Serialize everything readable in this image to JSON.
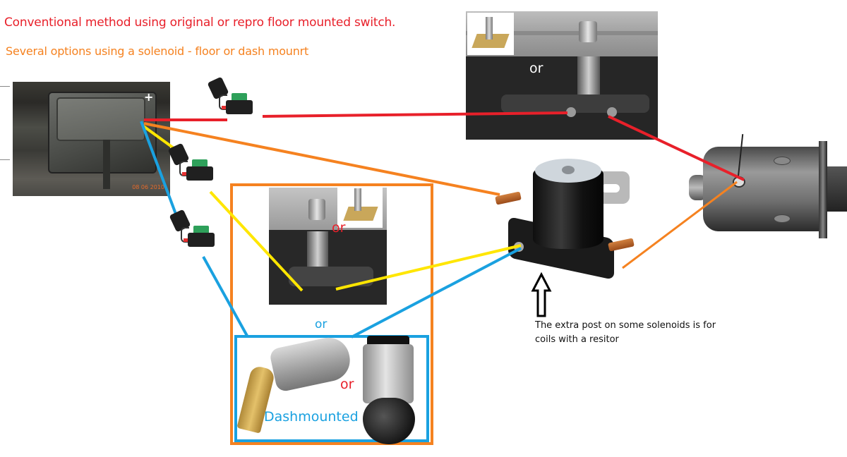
{
  "titles": {
    "conventional": "Conventional method using original or repro floor mounted switch.",
    "solenoid_options": "Several options using  a solenoid - floor or dash mounrt"
  },
  "labels": {
    "or_top": "or",
    "or_mid": "or",
    "or_between": "or",
    "or_dash": "or",
    "dashmounted": "Dashmounted",
    "battery_plus": "+",
    "battery_date": "08 06 2010"
  },
  "note": {
    "line1": "The extra post on some solenoids is for",
    "line2": "coils with a resitor"
  },
  "components": {
    "battery": "battery-photo",
    "fuses": [
      "fuse-red-circuit",
      "fuse-yellow-circuit",
      "fuse-blue-circuit"
    ],
    "floor_switch_conventional": "floor-mounted-starter-switch",
    "floor_switch_solenoid": "floor-mounted-starter-switch",
    "dash_switches": [
      "key-ignition-switch",
      "push-button-starter-switch"
    ],
    "solenoid": "starter-solenoid",
    "starter_motor": "starter-motor"
  },
  "wires": [
    {
      "color": "#e8202a",
      "from": "battery",
      "to": "floor-switch-top",
      "via": "fuse-red-circuit"
    },
    {
      "color": "#e8202a",
      "from": "floor-switch-top",
      "to": "starter-motor"
    },
    {
      "color": "#f58220",
      "from": "battery",
      "to": "solenoid-left-stud"
    },
    {
      "color": "#f58220",
      "from": "solenoid-right-stud",
      "to": "starter-motor"
    },
    {
      "color": "#ffe600",
      "from": "battery",
      "to": "floor-switch-mid",
      "via": "fuse-yellow-circuit"
    },
    {
      "color": "#ffe600",
      "from": "floor-switch-mid",
      "to": "solenoid-small-post"
    },
    {
      "color": "#1aa1e0",
      "from": "battery",
      "to": "dash-switch",
      "via": "fuse-blue-circuit"
    },
    {
      "color": "#1aa1e0",
      "from": "dash-switch",
      "to": "solenoid-small-post"
    }
  ],
  "colors": {
    "red": "#e8202a",
    "orange": "#f58220",
    "yellow": "#ffe600",
    "blue": "#1aa1e0"
  }
}
